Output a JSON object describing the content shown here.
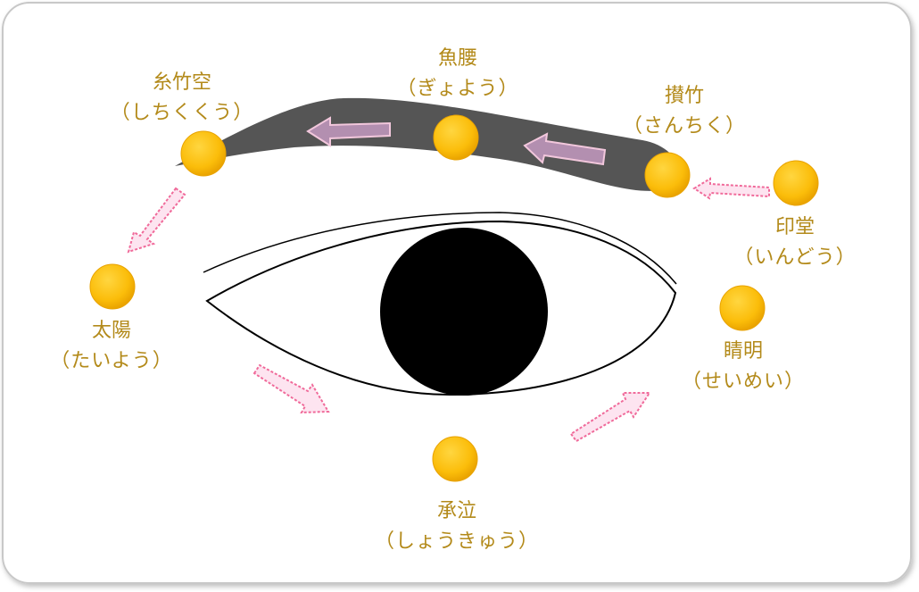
{
  "colors": {
    "dot_fill": "#fbbd0a",
    "dot_edge": "#e8a200",
    "label_text": "#b38a1a",
    "brow_fill": "#555555",
    "arrow_outline": "#f06a9a",
    "arrow_fill": "#fde4f0",
    "brow_arrow_fill": "#b38fb0",
    "brow_arrow_edge": "#f2c7dc",
    "eye_line": "#000000",
    "frame_border": "#c8c8c8"
  },
  "points": {
    "shichikuku": {
      "kanji": "糸竹空",
      "kana": "（しちくくう）"
    },
    "gyoyou": {
      "kanji": "魚腰",
      "kana": "（ぎょよう）"
    },
    "sanchiku": {
      "kanji": "攅竹",
      "kana": "（さんちく）"
    },
    "indou": {
      "kanji": "印堂",
      "kana": "（いんどう）"
    },
    "seimei": {
      "kanji": "睛明",
      "kana": "（せいめい）"
    },
    "shoukyuu": {
      "kanji": "承泣",
      "kana": "（しょうきゅう）"
    },
    "taiyou": {
      "kanji": "太陽",
      "kana": "（たいよう）"
    }
  }
}
